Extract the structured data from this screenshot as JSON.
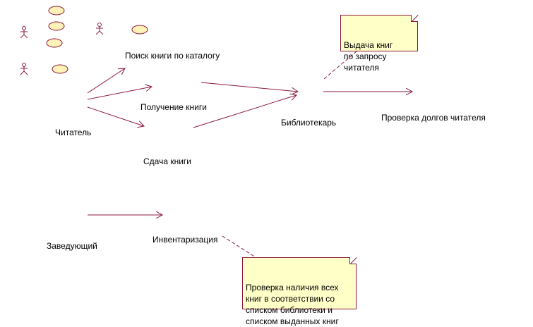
{
  "diagram": {
    "actors": {
      "reader": "Читатель",
      "librarian": "Библиотекарь",
      "manager": "Заведующий"
    },
    "use_cases": {
      "search_catalog": "Поиск книги по каталогу",
      "get_book": "Получение книги",
      "return_book": "Сдача книги",
      "check_debts": "Проверка долгов читателя",
      "inventory": "Инвентаризация"
    },
    "notes": {
      "issue_books": "Выдача книг\nпо запросу\nчитателя",
      "inventory_check": "Проверка наличия всех\nкниг в соответствии со\nсписком библиотеки и\nсписком выданных книг"
    },
    "colors": {
      "line": "#8b1a3a",
      "note_fill": "#ffffc8",
      "usecase_fill": "#fff2b8"
    }
  }
}
